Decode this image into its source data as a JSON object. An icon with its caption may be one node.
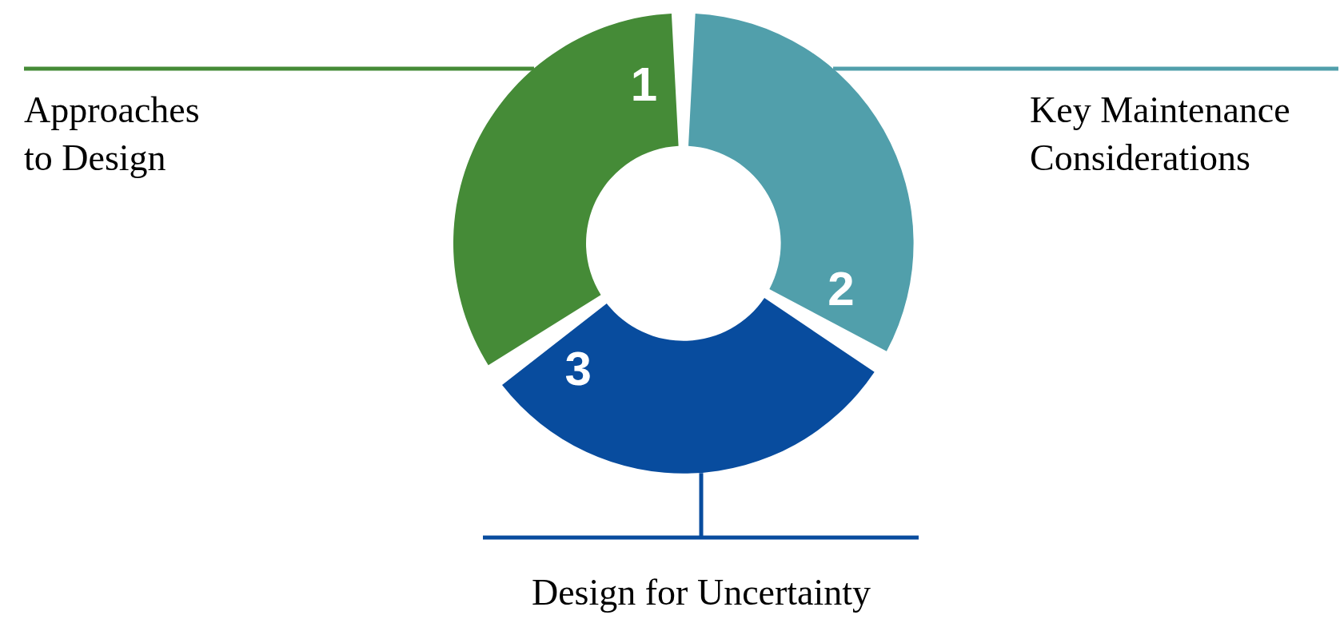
{
  "diagram": {
    "nodes": [
      {
        "text": [
          "1"
        ]
      },
      {
        "text": [
          "2"
        ]
      },
      {
        "text": [
          "3"
        ]
      },
      {
        "text": [
          "Approaches to Design"
        ]
      },
      {
        "text": [
          "Key Maintenance Considerations"
        ]
      },
      {
        "text": [
          "Design for Uncertainty"
        ]
      }
    ],
    "edges": [
      {
        "from": 3,
        "to": 0,
        "arrow": "none",
        "color": "#458b37"
      },
      {
        "from": 4,
        "to": 1,
        "arrow": "none",
        "color": "#519fab"
      },
      {
        "from": 5,
        "to": 2,
        "arrow": "none",
        "color": "#084c9e"
      }
    ]
  }
}
